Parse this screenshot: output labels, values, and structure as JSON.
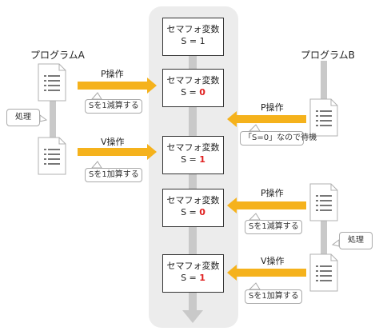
{
  "program_a": {
    "title": "プログラムA",
    "process_label": "処理"
  },
  "program_b": {
    "title": "プログラムB",
    "process_label": "処理"
  },
  "semaphores": [
    {
      "title": "セマフォ変数",
      "prefix": "S = ",
      "value": "1",
      "highlight": false
    },
    {
      "title": "セマフォ変数",
      "prefix": "S = ",
      "value": "0",
      "highlight": true
    },
    {
      "title": "セマフォ変数",
      "prefix": "S = ",
      "value": "1",
      "highlight": true
    },
    {
      "title": "セマフォ変数",
      "prefix": "S = ",
      "value": "0",
      "highlight": true
    },
    {
      "title": "セマフォ変数",
      "prefix": "S = ",
      "value": "1",
      "highlight": true
    }
  ],
  "operations": [
    {
      "label": "P操作",
      "note": "Sを1減算する"
    },
    {
      "label": "P操作",
      "note": "「S=0」なので待機"
    },
    {
      "label": "V操作",
      "note": "Sを1加算する"
    },
    {
      "label": "P操作",
      "note": "Sを1減算する"
    },
    {
      "label": "V操作",
      "note": "Sを1加算する"
    }
  ],
  "colors": {
    "arrow": "#f5b21c",
    "timeline": "#c9c9c9",
    "panel": "#ececec",
    "highlight": "#e02020"
  }
}
